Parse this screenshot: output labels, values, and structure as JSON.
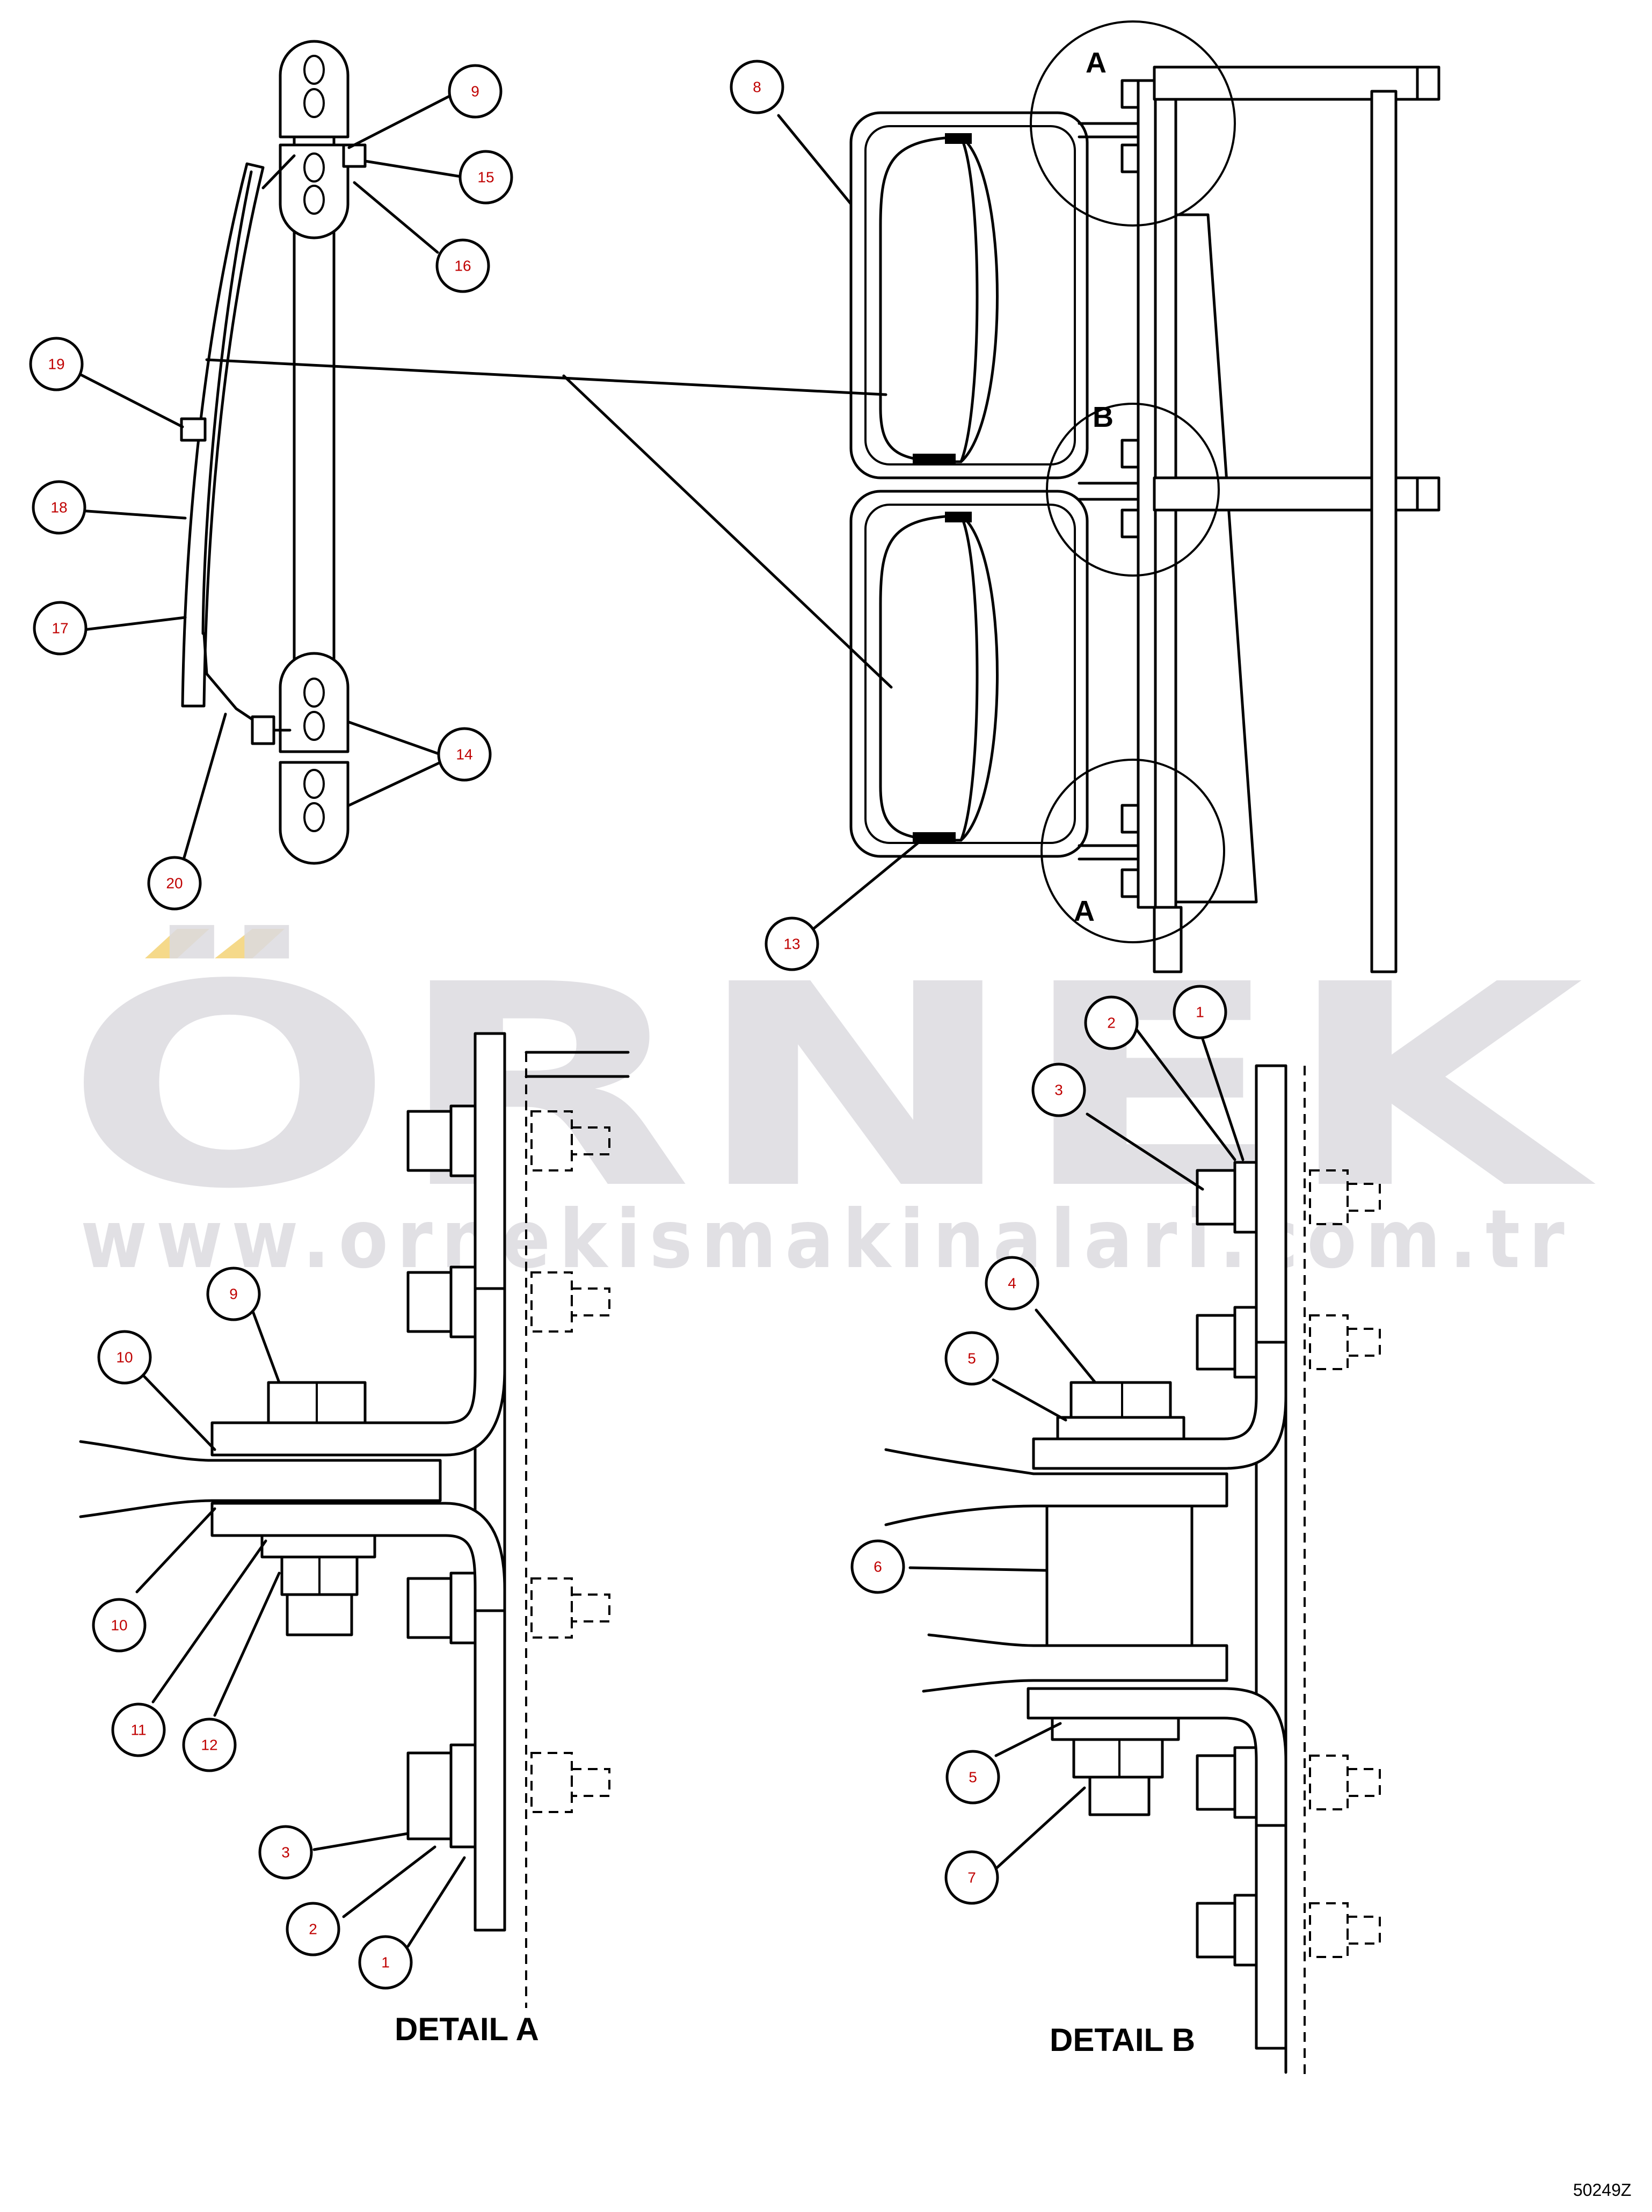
{
  "watermark": {
    "word": "ÖRNEK",
    "url": "www.ornekismakinalari.com.tr",
    "color": "#dcdbe0",
    "accent": "#f5d98a"
  },
  "callouts": {
    "top": [
      {
        "label": "9"
      },
      {
        "label": "15"
      },
      {
        "label": "16"
      },
      {
        "label": "19"
      },
      {
        "label": "18"
      },
      {
        "label": "17"
      },
      {
        "label": "14"
      },
      {
        "label": "20"
      },
      {
        "label": "8"
      },
      {
        "label": "13"
      }
    ],
    "detail_a": [
      {
        "label": "9"
      },
      {
        "label": "10"
      },
      {
        "label": "10"
      },
      {
        "label": "11"
      },
      {
        "label": "12"
      },
      {
        "label": "3"
      },
      {
        "label": "2"
      },
      {
        "label": "1"
      }
    ],
    "detail_b": [
      {
        "label": "2"
      },
      {
        "label": "1"
      },
      {
        "label": "3"
      },
      {
        "label": "4"
      },
      {
        "label": "5"
      },
      {
        "label": "6"
      },
      {
        "label": "5"
      },
      {
        "label": "7"
      }
    ]
  },
  "view_letters": {
    "a_top": "A",
    "b_mid": "B",
    "a_bottom": "A"
  },
  "detail_labels": {
    "a": "DETAIL   A",
    "b": "DETAIL   B"
  },
  "drawing_number": "50249Z",
  "callout_text_color": "#c00000"
}
